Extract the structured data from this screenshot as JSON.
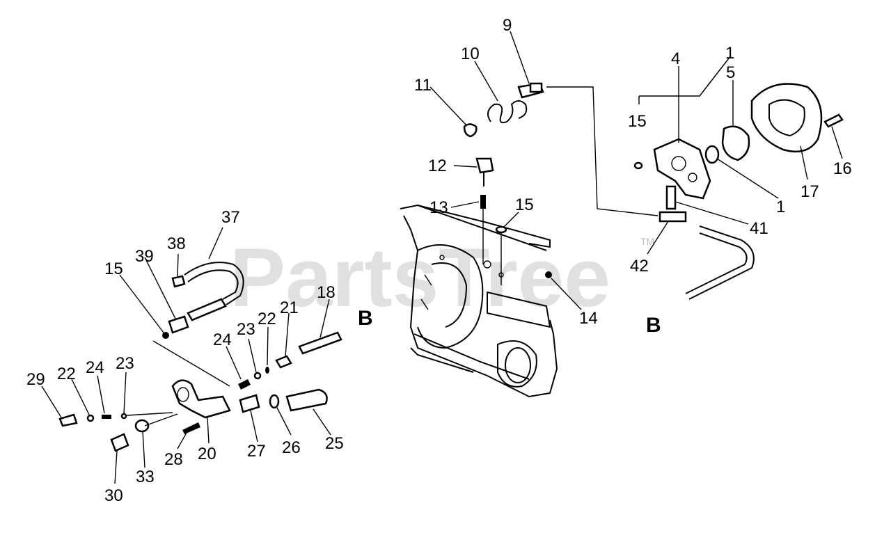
{
  "watermark": {
    "text": "PartsTree",
    "tm": "TM"
  },
  "callouts": {
    "c9": "9",
    "c10": "10",
    "c11": "11",
    "c12": "12",
    "c13": "13",
    "c14": "14",
    "c15a": "15",
    "c15b": "15",
    "c15c": "15",
    "c4": "4",
    "c5": "5",
    "c1a": "1",
    "c1b": "1",
    "c16": "16",
    "c17": "17",
    "c41": "41",
    "c42": "42",
    "c37": "37",
    "c38": "38",
    "c39": "39",
    "c18": "18",
    "c21": "21",
    "c22a": "22",
    "c22b": "22",
    "c23a": "23",
    "c23b": "23",
    "c24a": "24",
    "c24b": "24",
    "c29": "29",
    "c28": "28",
    "c20": "20",
    "c27": "27",
    "c26": "26",
    "c25": "25",
    "c30": "30",
    "c33": "33",
    "bLeft": "B",
    "bRight": "B"
  }
}
